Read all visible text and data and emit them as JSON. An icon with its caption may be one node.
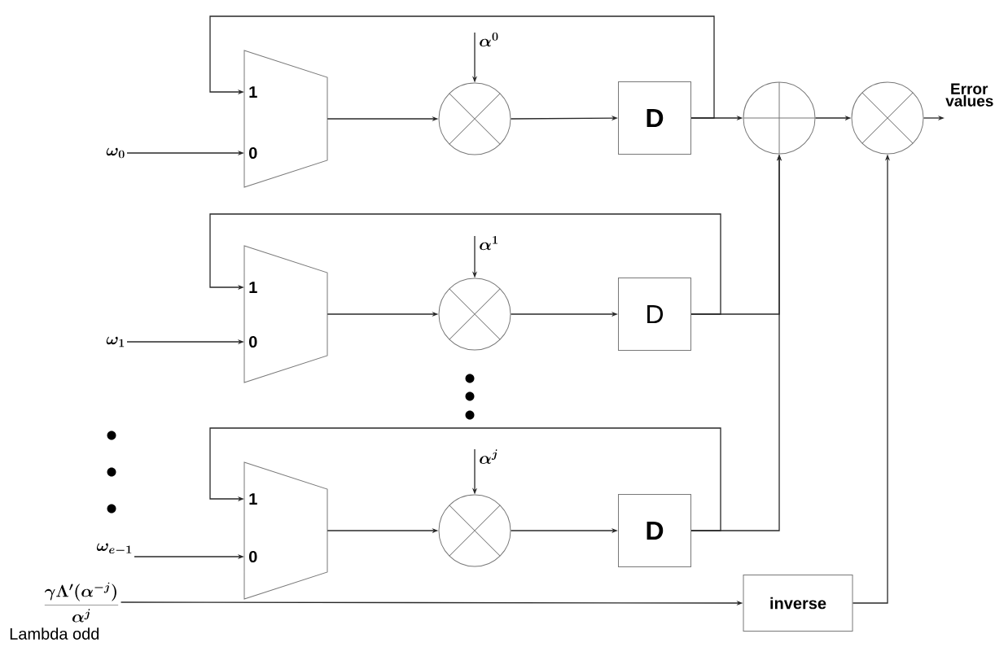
{
  "diagram": {
    "nodes": [
      {
        "text": [
          "1",
          "0"
        ]
      },
      {
        "text": [
          "\\omega_0"
        ]
      },
      {
        "text": [
          "\\alpha^0"
        ]
      },
      {
        "text": [],
        "shape": "circle"
      },
      {
        "text": [
          "D"
        ]
      },
      {
        "text": [],
        "shape": "circle"
      },
      {
        "text": [],
        "shape": "circle"
      },
      {
        "text": [
          "Error values"
        ]
      },
      {
        "text": [
          "1",
          "0"
        ]
      },
      {
        "text": [
          "\\omega_1"
        ]
      },
      {
        "text": [
          "\\alpha^1"
        ]
      },
      {
        "text": [],
        "shape": "circle"
      },
      {
        "text": [
          "D"
        ]
      },
      {
        "text": [
          "1",
          "0"
        ]
      },
      {
        "text": [
          "\\omega_{e-1}"
        ]
      },
      {
        "text": [
          "\\alpha^j"
        ]
      },
      {
        "text": [],
        "shape": "circle"
      },
      {
        "text": [
          "D"
        ]
      },
      {
        "text": [
          "\\frac{\\gamma\\Lambda'(\\alpha^{-j})}{\\alpha^j}"
        ],
        "beside": [
          "Lambda odd"
        ]
      },
      {
        "text": [
          "inverse"
        ]
      }
    ],
    "edges": [
      {
        "from": 1,
        "to": 0,
        "arrow": "to"
      },
      {
        "from": 4,
        "to": 0,
        "arrow": "to"
      },
      {
        "from": 0,
        "to": 3,
        "arrow": "to"
      },
      {
        "from": 2,
        "to": 3,
        "arrow": "to"
      },
      {
        "from": 3,
        "to": 4,
        "arrow": "to"
      },
      {
        "from": 4,
        "to": 5,
        "arrow": "to"
      },
      {
        "from": 5,
        "to": 6,
        "arrow": "to"
      },
      {
        "from": 6,
        "to": 7,
        "arrow": "to"
      },
      {
        "from": 9,
        "to": 8,
        "arrow": "to"
      },
      {
        "from": 12,
        "to": 8,
        "arrow": "to"
      },
      {
        "from": 8,
        "to": 11,
        "arrow": "to"
      },
      {
        "from": 10,
        "to": 11,
        "arrow": "to"
      },
      {
        "from": 11,
        "to": 12,
        "arrow": "to"
      },
      {
        "from": 12,
        "to": 5,
        "arrow": "to"
      },
      {
        "from": 14,
        "to": 13,
        "arrow": "to"
      },
      {
        "from": 17,
        "to": 13,
        "arrow": "to"
      },
      {
        "from": 13,
        "to": 16,
        "arrow": "to"
      },
      {
        "from": 15,
        "to": 16,
        "arrow": "to"
      },
      {
        "from": 16,
        "to": 17,
        "arrow": "to"
      },
      {
        "from": 17,
        "to": 5,
        "arrow": "to"
      },
      {
        "from": 18,
        "to": 19,
        "arrow": "to"
      },
      {
        "from": 19,
        "to": 6,
        "arrow": "to"
      }
    ]
  }
}
